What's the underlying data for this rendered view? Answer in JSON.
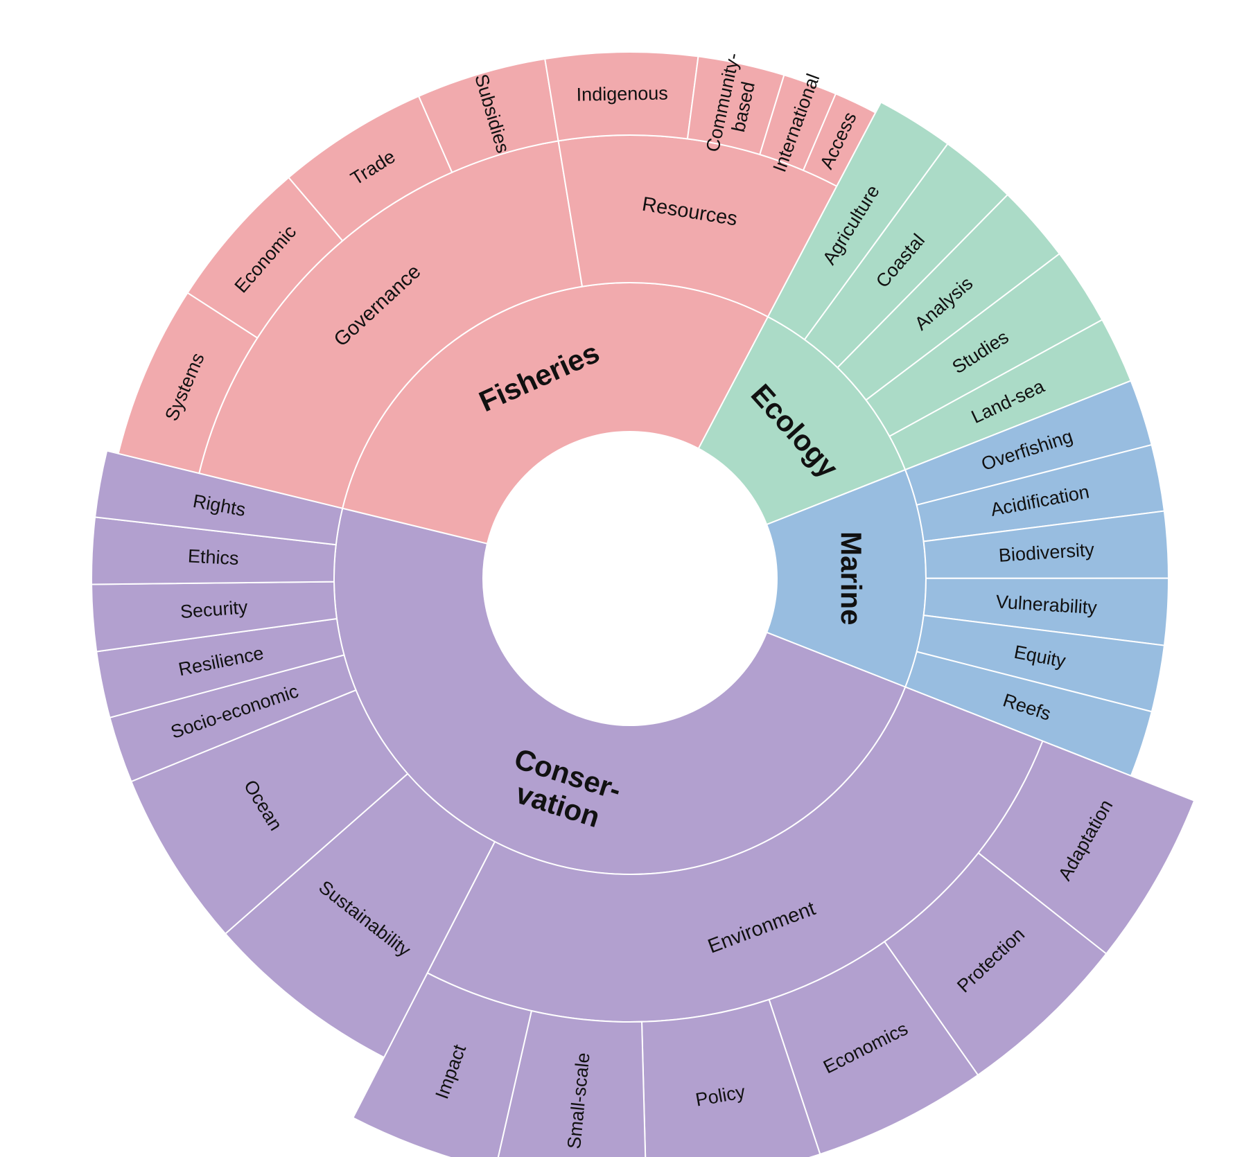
{
  "chart_data": {
    "type": "sunburst",
    "colors": {
      "Conservation": "#b2a0cf",
      "Marine": "#98bde0",
      "Ecology": "#abdbc7",
      "Fisheries": "#f1aaad"
    },
    "children": [
      {
        "name": "Conservation",
        "label_lines": [
          "Conser-",
          "vation"
        ],
        "children": [
          {
            "name": "Environment",
            "value": 40,
            "children": [
              {
                "name": "Adaptation",
                "value": 7
              },
              {
                "name": "Protection",
                "value": 7
              },
              {
                "name": "Economics",
                "value": 7
              },
              {
                "name": "Policy",
                "value": 7
              },
              {
                "name": "Small-scale",
                "value": 6
              },
              {
                "name": "Impact",
                "value": 6
              }
            ]
          },
          {
            "name": "Sustainability",
            "value": 9
          },
          {
            "name": "Ocean",
            "value": 8
          },
          {
            "name": "Socio-economic",
            "value": 3
          },
          {
            "name": "Resilience",
            "value": 3
          },
          {
            "name": "Security",
            "value": 3
          },
          {
            "name": "Ethics",
            "value": 3
          },
          {
            "name": "Rights",
            "value": 3
          }
        ]
      },
      {
        "name": "Fisheries",
        "children": [
          {
            "name": "Governance",
            "value": 28,
            "children": [
              {
                "name": "Systems",
                "value": 8
              },
              {
                "name": "Economic",
                "value": 7
              },
              {
                "name": "Trade",
                "value": 7
              },
              {
                "name": "Subsidies",
                "value": 6
              }
            ]
          },
          {
            "name": "Resources",
            "value": 17,
            "children": [
              {
                "name": "Indigenous",
                "value": 7
              },
              {
                "name": "Community-based",
                "label_lines": [
                  "Community-",
                  "based"
                ],
                "value": 4
              },
              {
                "name": "International",
                "value": 2.5
              },
              {
                "name": "Access",
                "value": 2
              }
            ]
          }
        ]
      },
      {
        "name": "Ecology",
        "children": [
          {
            "name": "Agriculture",
            "value": 3.5
          },
          {
            "name": "Coastal",
            "value": 3.5
          },
          {
            "name": "Analysis",
            "value": 3.5
          },
          {
            "name": "Studies",
            "value": 3.5
          },
          {
            "name": "Land-sea",
            "value": 3
          }
        ]
      },
      {
        "name": "Marine",
        "children": [
          {
            "name": "Overfishing",
            "value": 3
          },
          {
            "name": "Acidification",
            "value": 3
          },
          {
            "name": "Biodiversity",
            "value": 3
          },
          {
            "name": "Vulnerability",
            "value": 3
          },
          {
            "name": "Equity",
            "value": 3
          },
          {
            "name": "Reefs",
            "value": 3
          }
        ]
      }
    ]
  }
}
